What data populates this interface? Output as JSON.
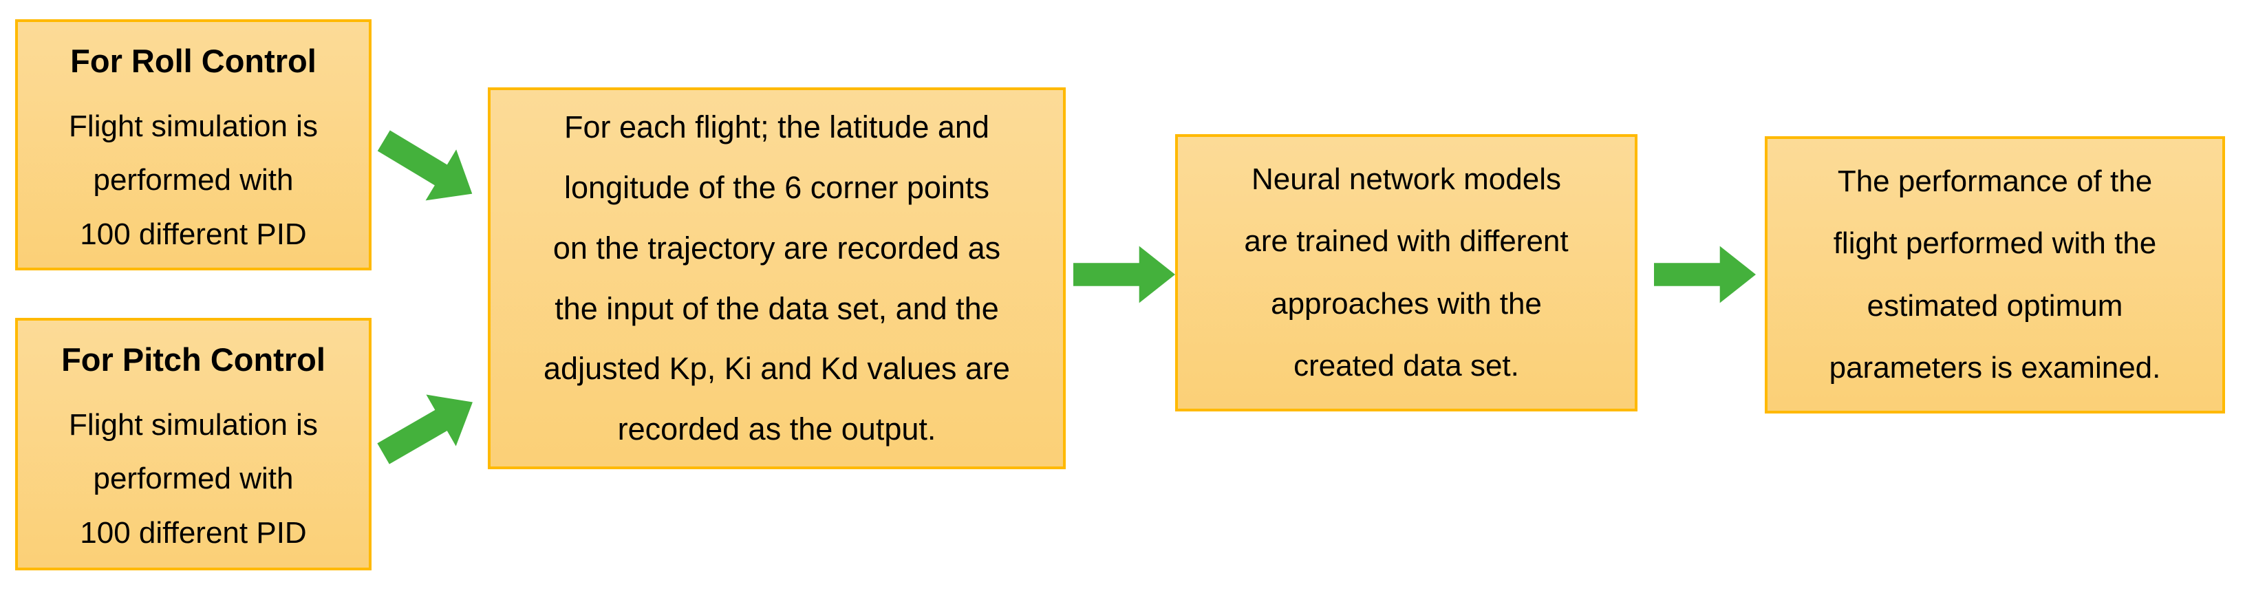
{
  "figure": {
    "type": "flowchart",
    "boxes": [
      {
        "id": "roll",
        "title": "For Roll Control",
        "body": "Flight simulation is\nperformed with\n100 different PID"
      },
      {
        "id": "pitch",
        "title": "For Pitch Control",
        "body": "Flight simulation is\nperformed with\n100 different PID"
      },
      {
        "id": "dataset",
        "body": "For each flight; the latitude and\nlongitude of the 6 corner points\non the trajectory are recorded as\nthe input of the data set, and the\nadjusted Kp, Ki and Kd values are\nrecorded as the output."
      },
      {
        "id": "nn",
        "body": "Neural network models\nare trained with different\napproaches with the\ncreated data set."
      },
      {
        "id": "performance",
        "body": "The performance of the\nflight performed with the\nestimated optimum\nparameters is examined."
      }
    ],
    "arrows": [
      {
        "name": "arrow-roll-to-dataset",
        "icon": "block-arrow-icon",
        "direction": "down-right"
      },
      {
        "name": "arrow-pitch-to-dataset",
        "icon": "block-arrow-icon",
        "direction": "up-right"
      },
      {
        "name": "arrow-dataset-to-nn",
        "icon": "block-arrow-icon",
        "direction": "right"
      },
      {
        "name": "arrow-nn-to-perf",
        "icon": "block-arrow-icon",
        "direction": "right"
      }
    ]
  },
  "colors": {
    "box_fill_top": "#FCDB97",
    "box_fill_bottom": "#FBD077",
    "box_border": "#FFB900",
    "arrow_green": "#44B13C",
    "text": "#000000",
    "background": "#FFFFFF"
  }
}
